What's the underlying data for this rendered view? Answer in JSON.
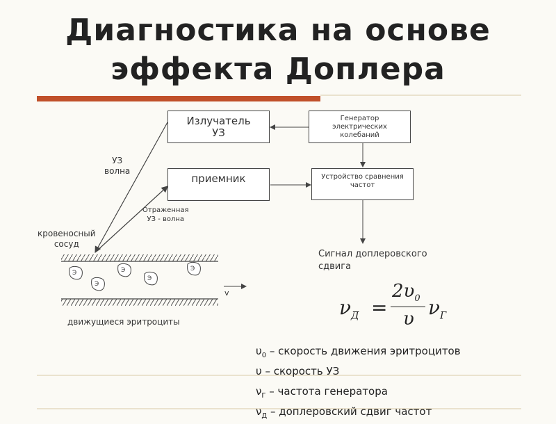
{
  "title": {
    "line1": "Диагностика на основе",
    "line2": "эффекта Доплера"
  },
  "diagram": {
    "emitter": {
      "line1": "Излучатель",
      "line2": "УЗ"
    },
    "receiver": "приемник",
    "generator": {
      "line1": "Генератор",
      "line2": "электрических",
      "line3": "колебаний"
    },
    "comparator": {
      "line1": "Устройство сравнения",
      "line2": "частот"
    },
    "uz_wave": {
      "line1": "УЗ",
      "line2": "волна"
    },
    "reflected_wave": {
      "line1": "Отраженная",
      "line2": "УЗ - волна"
    },
    "vessel": {
      "line1": "кровеносный",
      "line2": "сосуд"
    },
    "velocity": "v",
    "erythrocytes": "движущиеся эритроциты",
    "cell_letter": "Э",
    "signal": {
      "line1": "Сигнал доплеровского",
      "line2": "сдвига"
    }
  },
  "formula": {
    "lhs": "ν",
    "lhs_sub": "Д",
    "eq": "=",
    "num": "2υ",
    "num_sub": "0",
    "den": "υ",
    "rhs": "ν",
    "rhs_sub": "Г"
  },
  "legend": [
    {
      "sym": "υ",
      "sub": "0",
      "text": " – скорость движения эритроцитов"
    },
    {
      "sym": "υ",
      "sub": "",
      "text": " – скорость УЗ"
    },
    {
      "sym": "ν",
      "sub": "Г",
      "text": " – частота генератора"
    },
    {
      "sym": "ν",
      "sub": "Д",
      "text": " – доплеровский сдвиг частот"
    }
  ],
  "colors": {
    "accent_bar": "#c0502a",
    "divider": "#d8c9a8"
  }
}
